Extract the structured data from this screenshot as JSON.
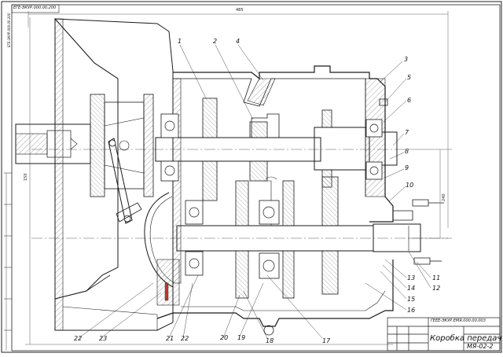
{
  "sheet": {
    "corner_code": "ЕГЕ-ЭКУР.000.00.200"
  },
  "title_block": {
    "title": "Коробка передач",
    "designation": "МЯ-02-2",
    "doc_code": "ГЕЕЕ-ЭКУР.ЕМЯ.000.00.003"
  },
  "dimensions": {
    "overall_length": "485",
    "overall_height": "150",
    "gap": "240"
  },
  "callouts": [
    "1",
    "2",
    "3",
    "4",
    "5",
    "6",
    "7",
    "8",
    "9",
    "10",
    "11",
    "12",
    "13",
    "14",
    "15",
    "16",
    "17",
    "18",
    "19",
    "20",
    "21",
    "22",
    "22",
    "23"
  ],
  "colors": {
    "line": "#1a1a1a",
    "hatch": "#555555",
    "seal": "#c0392b"
  }
}
